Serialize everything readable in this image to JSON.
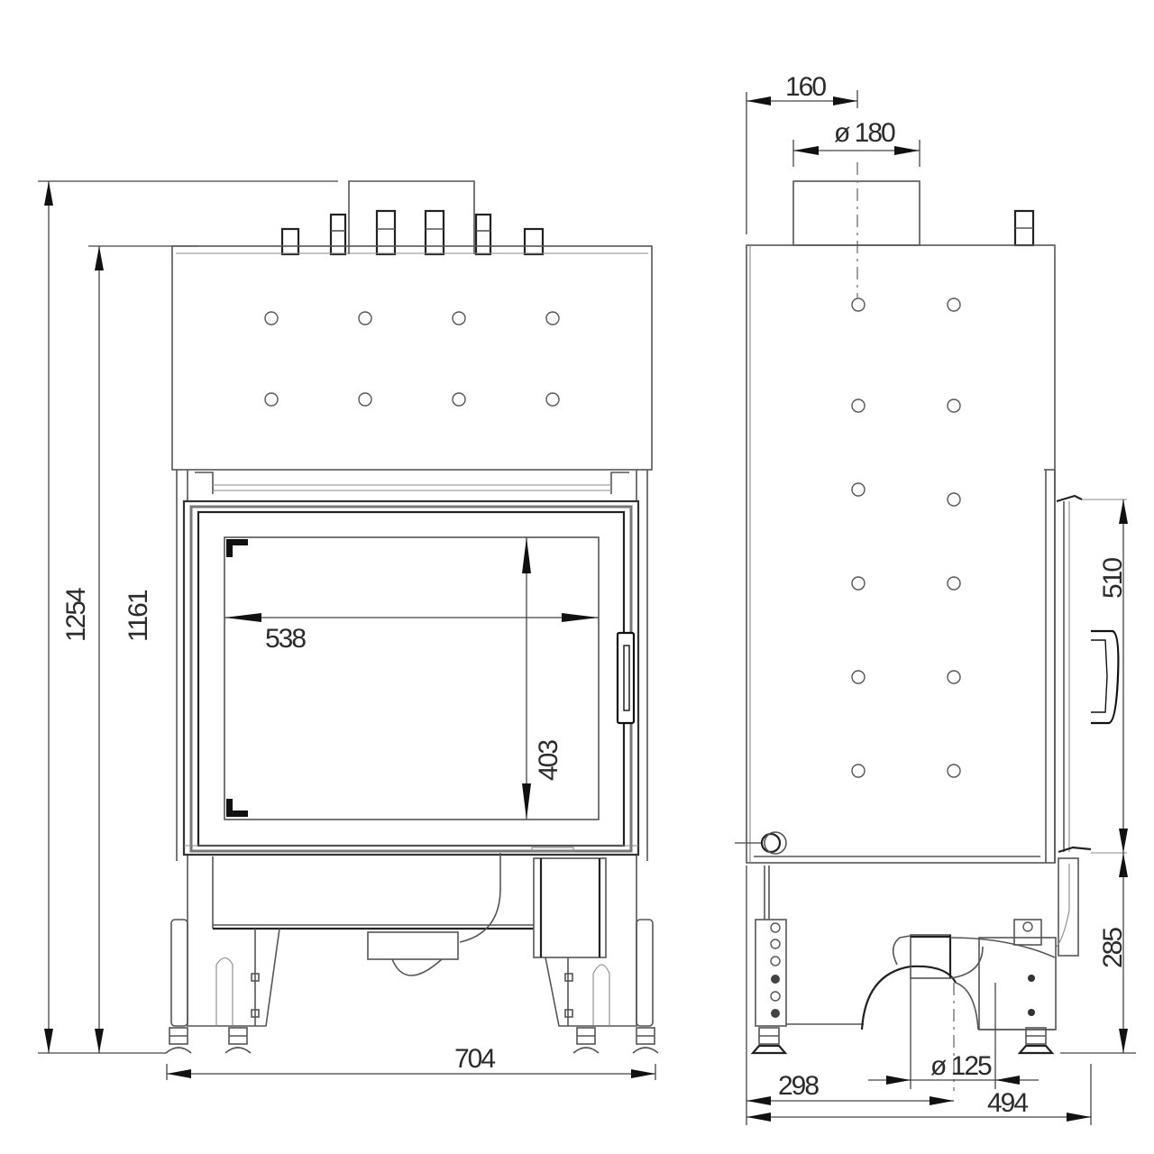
{
  "drawing": {
    "subject": "fireplace insert dimension drawing",
    "units": "mm",
    "line_color": "#555555",
    "text_color": "#2b2b2b"
  },
  "front_view": {
    "dimensions": {
      "overall_height": "1254",
      "body_height": "1161",
      "overall_width": "704",
      "glass_width": "538",
      "glass_height": "403"
    },
    "vent_holes": {
      "rows": 2,
      "cols": 4
    },
    "pipe_stubs": 6
  },
  "side_view": {
    "dimensions": {
      "flue_offset": "160",
      "flue_diameter": "ø 180",
      "door_height": "510",
      "door_bottom_height": "285",
      "air_inlet_offset": "298",
      "air_inlet_diameter": "ø 125",
      "overall_depth": "494"
    },
    "vent_holes": {
      "rows": 6,
      "cols": 2
    }
  }
}
